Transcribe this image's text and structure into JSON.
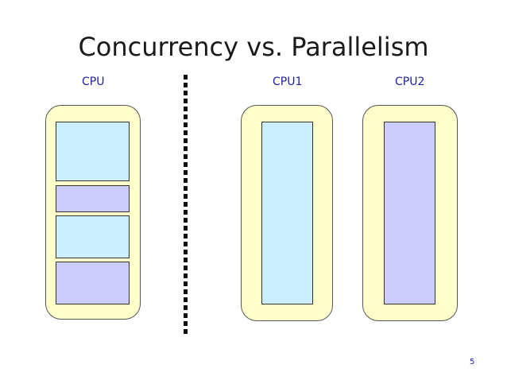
{
  "slide": {
    "title": "Concurrency vs. Parallelism",
    "page_number": "5"
  },
  "concurrency": {
    "label": "CPU"
  },
  "parallelism": {
    "cpu1_label": "CPU1",
    "cpu2_label": "CPU2"
  },
  "colors": {
    "cpu_box_fill": "#ffffcc",
    "task_a_fill": "#ccefff",
    "task_b_fill": "#ccccff",
    "label_text": "#1f1fa6"
  }
}
